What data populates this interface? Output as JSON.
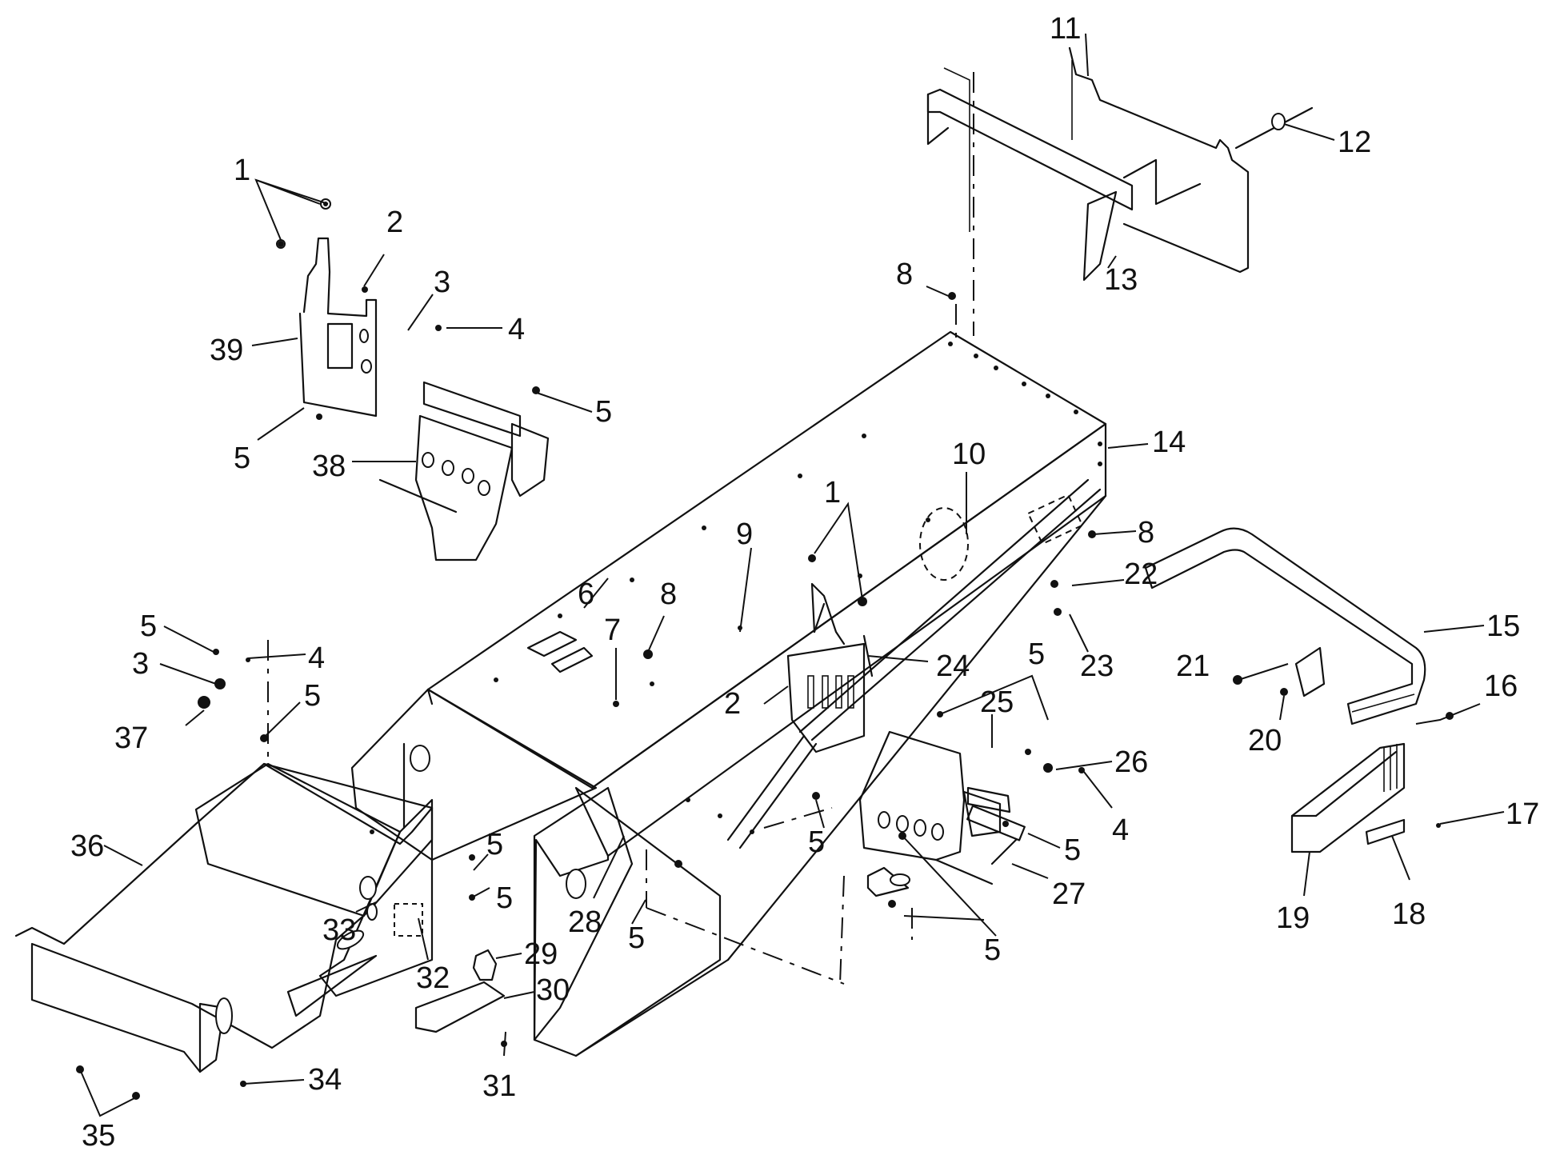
{
  "diagram": {
    "type": "exploded-parts-view",
    "callouts": [
      {
        "id": "c1a",
        "label": "1"
      },
      {
        "id": "c2a",
        "label": "2"
      },
      {
        "id": "c3a",
        "label": "3"
      },
      {
        "id": "c4a",
        "label": "4"
      },
      {
        "id": "c39",
        "label": "39"
      },
      {
        "id": "c5a",
        "label": "5"
      },
      {
        "id": "c5b",
        "label": "5"
      },
      {
        "id": "c38",
        "label": "38"
      },
      {
        "id": "c11",
        "label": "11"
      },
      {
        "id": "c12",
        "label": "12"
      },
      {
        "id": "c13",
        "label": "13"
      },
      {
        "id": "c8a",
        "label": "8"
      },
      {
        "id": "c14",
        "label": "14"
      },
      {
        "id": "c10",
        "label": "10"
      },
      {
        "id": "c8b",
        "label": "8"
      },
      {
        "id": "c22",
        "label": "22"
      },
      {
        "id": "c23",
        "label": "23"
      },
      {
        "id": "c15",
        "label": "15"
      },
      {
        "id": "c21",
        "label": "21"
      },
      {
        "id": "c20",
        "label": "20"
      },
      {
        "id": "c16",
        "label": "16"
      },
      {
        "id": "c17",
        "label": "17"
      },
      {
        "id": "c19",
        "label": "19"
      },
      {
        "id": "c18",
        "label": "18"
      },
      {
        "id": "c1b",
        "label": "1"
      },
      {
        "id": "c9",
        "label": "9"
      },
      {
        "id": "c6",
        "label": "6"
      },
      {
        "id": "c8c",
        "label": "8"
      },
      {
        "id": "c7",
        "label": "7"
      },
      {
        "id": "c24",
        "label": "24"
      },
      {
        "id": "c2b",
        "label": "2"
      },
      {
        "id": "c5c",
        "label": "5"
      },
      {
        "id": "c25",
        "label": "25"
      },
      {
        "id": "c26",
        "label": "26"
      },
      {
        "id": "c4b",
        "label": "4"
      },
      {
        "id": "c5d",
        "label": "5"
      },
      {
        "id": "c5e",
        "label": "5"
      },
      {
        "id": "c27",
        "label": "27"
      },
      {
        "id": "c5f",
        "label": "5"
      },
      {
        "id": "c28",
        "label": "28"
      },
      {
        "id": "c5g",
        "label": "5"
      },
      {
        "id": "c5h",
        "label": "5"
      },
      {
        "id": "c3b",
        "label": "3"
      },
      {
        "id": "c4c",
        "label": "4"
      },
      {
        "id": "c37",
        "label": "37"
      },
      {
        "id": "c5i",
        "label": "5"
      },
      {
        "id": "c36",
        "label": "36"
      },
      {
        "id": "c5j",
        "label": "5"
      },
      {
        "id": "c5k",
        "label": "5"
      },
      {
        "id": "c33",
        "label": "33"
      },
      {
        "id": "c29",
        "label": "29"
      },
      {
        "id": "c32",
        "label": "32"
      },
      {
        "id": "c30",
        "label": "30"
      },
      {
        "id": "c31",
        "label": "31"
      },
      {
        "id": "c34",
        "label": "34"
      },
      {
        "id": "c35",
        "label": "35"
      }
    ]
  }
}
